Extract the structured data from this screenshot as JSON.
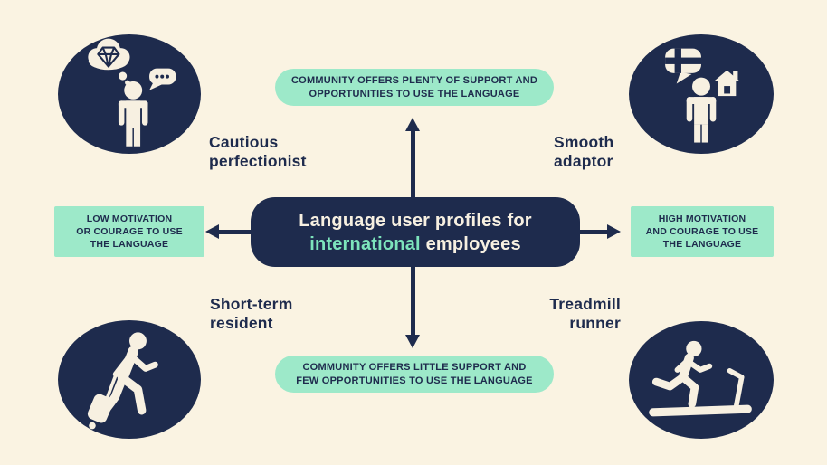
{
  "title": {
    "line1": "Language user profiles for",
    "highlight": "international",
    "line2_rest": " employees"
  },
  "axis_labels": {
    "top": {
      "lines": [
        "COMMUNITY OFFERS PLENTY OF SUPPORT AND",
        "OPPORTUNITIES TO USE THE LANGUAGE"
      ]
    },
    "bottom": {
      "lines": [
        "COMMUNITY OFFERS LITTLE SUPPORT AND",
        "FEW OPPORTUNITIES TO USE THE LANGUAGE"
      ]
    },
    "left": {
      "lines": [
        "LOW MOTIVATION",
        "OR COURAGE TO USE",
        "THE LANGUAGE"
      ]
    },
    "right": {
      "lines": [
        "HIGH MOTIVATION",
        "AND COURAGE TO USE",
        "THE LANGUAGE"
      ]
    }
  },
  "quadrants": {
    "top_left": {
      "lines": [
        "Cautious",
        "perfectionist"
      ],
      "icon": "person-thinking-diamond-speech-icon"
    },
    "top_right": {
      "lines": [
        "Smooth",
        "adaptor"
      ],
      "icon": "person-flag-speech-house-icon"
    },
    "bottom_left": {
      "lines": [
        "Short-term",
        "resident"
      ],
      "icon": "traveler-with-luggage-icon"
    },
    "bottom_right": {
      "lines": [
        "Treadmill",
        "runner"
      ],
      "icon": "runner-on-treadmill-icon"
    }
  },
  "colors": {
    "background": "#FAF3E2",
    "navy": "#1E2B4D",
    "mint": "#9DE9C9",
    "mint_highlight": "#7DE4BC",
    "cream_icon": "#F7F0E1"
  }
}
